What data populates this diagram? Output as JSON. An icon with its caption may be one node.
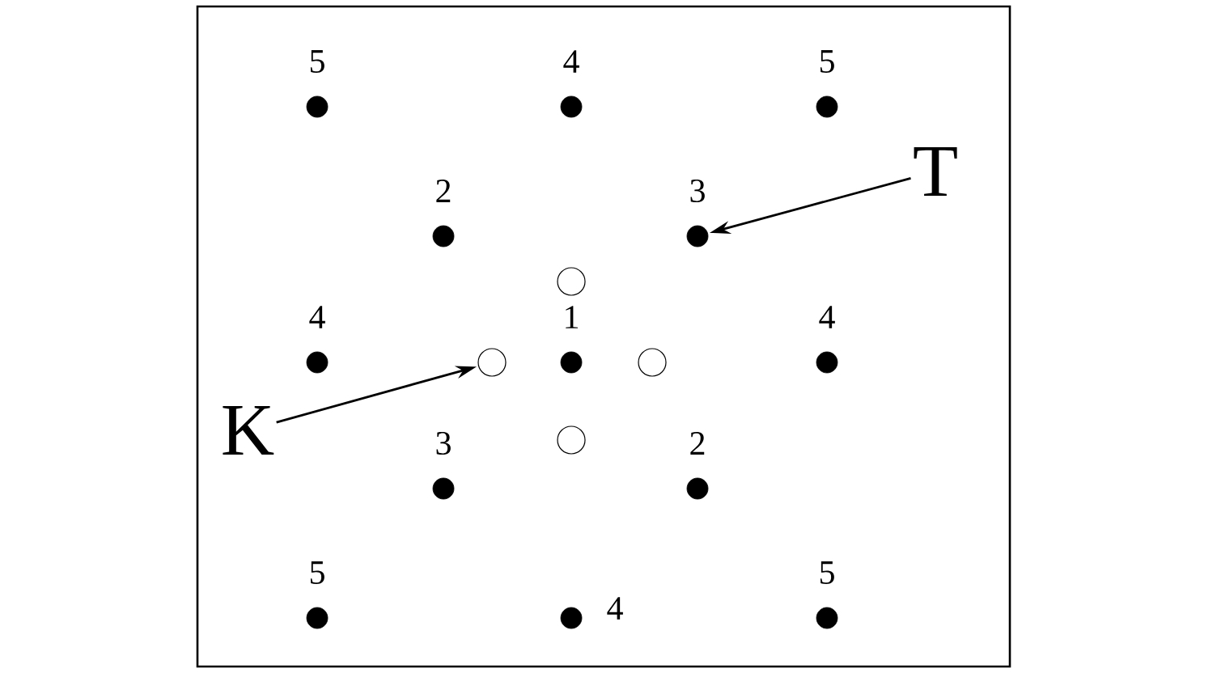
{
  "diagram": {
    "nodes": [
      {
        "text": [],
        "shape": "dot",
        "beside": [
          "5"
        ]
      },
      {
        "text": [],
        "shape": "dot",
        "beside": [
          "4"
        ]
      },
      {
        "text": [],
        "shape": "dot",
        "beside": [
          "5"
        ]
      },
      {
        "text": [
          "T"
        ]
      },
      {
        "text": [],
        "shape": "dot",
        "beside": [
          "2"
        ]
      },
      {
        "text": [],
        "shape": "dot",
        "beside": [
          "3"
        ]
      },
      {
        "text": [],
        "shape": "circle"
      },
      {
        "text": [],
        "shape": "dot",
        "beside": [
          "4"
        ]
      },
      {
        "text": [],
        "shape": "circle"
      },
      {
        "text": [],
        "shape": "dot",
        "beside": [
          "1"
        ]
      },
      {
        "text": [],
        "shape": "circle"
      },
      {
        "text": [],
        "shape": "dot",
        "beside": [
          "4"
        ]
      },
      {
        "text": [
          "K"
        ]
      },
      {
        "text": [],
        "shape": "circle"
      },
      {
        "text": [],
        "shape": "dot",
        "beside": [
          "3"
        ]
      },
      {
        "text": [],
        "shape": "dot",
        "beside": [
          "2"
        ]
      },
      {
        "text": [],
        "shape": "dot",
        "beside": [
          "5"
        ]
      },
      {
        "text": [],
        "shape": "dot",
        "beside": [
          "4"
        ]
      },
      {
        "text": [],
        "shape": "dot",
        "beside": [
          "5"
        ]
      }
    ],
    "edges": [
      {
        "from": 3,
        "to": 5,
        "arrow": "to"
      },
      {
        "from": 12,
        "to": 8,
        "arrow": "to"
      }
    ]
  }
}
